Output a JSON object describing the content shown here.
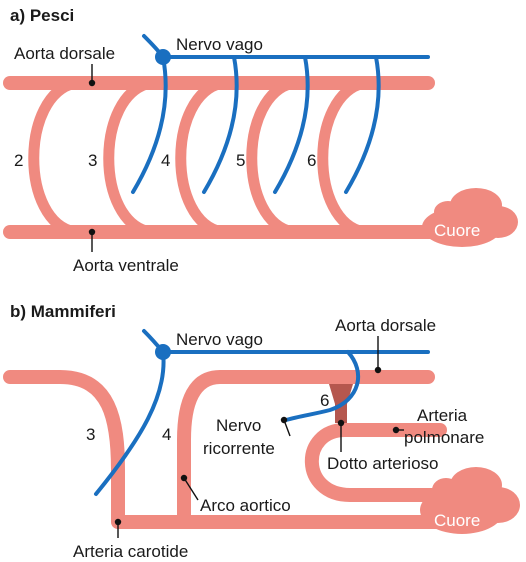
{
  "panel_a": {
    "title": "a) Pesci",
    "nerve_label": "Nervo vago",
    "dorsal_aorta_label": "Aorta dorsale",
    "ventral_aorta_label": "Aorta ventrale",
    "heart_label": "Cuore",
    "arch_numbers": [
      "2",
      "3",
      "4",
      "5",
      "6"
    ]
  },
  "panel_b": {
    "title": "b) Mammiferi",
    "nerve_label": "Nervo vago",
    "dorsal_aorta_label": "Aorta dorsale",
    "recurrent_nerve_label_1": "Nervo",
    "recurrent_nerve_label_2": "ricorrente",
    "arch_6_label": "6",
    "pulmonary_label_1": "Arteria",
    "pulmonary_label_2": "polmonare",
    "ductus_label": "Dotto arterioso",
    "arch_3_label": "3",
    "arch_4_label": "4",
    "aortic_arch_label": "Arco aortico",
    "heart_label": "Cuore",
    "carotid_label": "Arteria carotide"
  },
  "colors": {
    "artery": "#f08a80",
    "nerve": "#1a6fc0",
    "ductus": "#b5574e",
    "text": "#1a1a1a"
  }
}
